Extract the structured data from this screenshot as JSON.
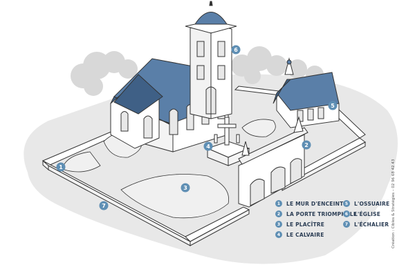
{
  "map": {
    "markers": [
      {
        "number": "1"
      },
      {
        "number": "2"
      },
      {
        "number": "3"
      },
      {
        "number": "4"
      },
      {
        "number": "5"
      },
      {
        "number": "6"
      },
      {
        "number": "7"
      }
    ]
  },
  "legend": {
    "items": [
      {
        "number": "1",
        "label": "LE MUR D'ENCEINTE"
      },
      {
        "number": "2",
        "label": "LA PORTE TRIOMPHALE"
      },
      {
        "number": "3",
        "label": "LE PLACÎTRE"
      },
      {
        "number": "4",
        "label": "LE CALVAIRE"
      },
      {
        "number": "5",
        "label": "L'OSSUAIRE"
      },
      {
        "number": "6",
        "label": "L'ÉGLISE"
      },
      {
        "number": "7",
        "label": "L'ÉCHALIER"
      }
    ]
  },
  "credit": "Création : Cibles & Stratégies – 02 96 68 42 43",
  "colors": {
    "roof": "#5a7fa8",
    "roof_dark": "#3f6086",
    "wall": "#ffffff",
    "line": "#333333",
    "ground_shadow": "#e6e6e6",
    "trees": "#dcdcdc",
    "marker": "#5f8fb4"
  }
}
